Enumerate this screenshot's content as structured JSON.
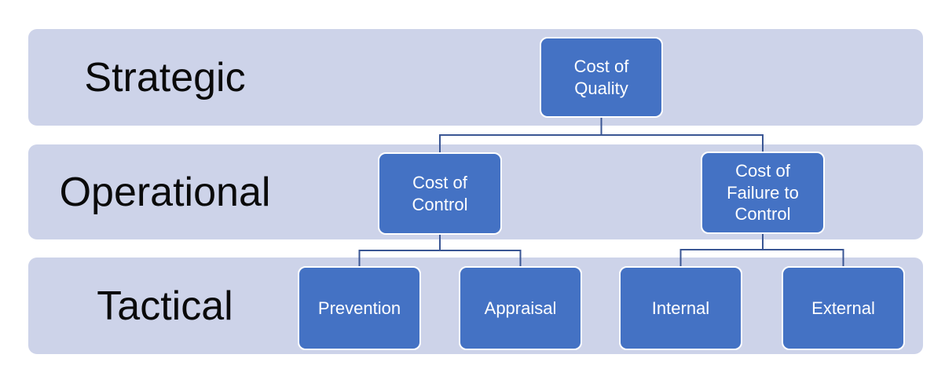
{
  "bands": [
    {
      "id": "strategic",
      "label": "Strategic"
    },
    {
      "id": "operational",
      "label": "Operational"
    },
    {
      "id": "tactical",
      "label": "Tactical"
    }
  ],
  "nodes": [
    {
      "id": "cost-of-quality",
      "label": "Cost of\nQuality",
      "level": "strategic"
    },
    {
      "id": "cost-of-control",
      "label": "Cost of\nControl",
      "level": "operational"
    },
    {
      "id": "cost-of-failure-to-control",
      "label": "Cost of\nFailure to\nControl",
      "level": "operational"
    },
    {
      "id": "prevention",
      "label": "Prevention",
      "level": "tactical"
    },
    {
      "id": "appraisal",
      "label": "Appraisal",
      "level": "tactical"
    },
    {
      "id": "internal",
      "label": "Internal",
      "level": "tactical"
    },
    {
      "id": "external",
      "label": "External",
      "level": "tactical"
    }
  ],
  "edges": [
    {
      "from": "cost-of-quality",
      "to": "cost-of-control"
    },
    {
      "from": "cost-of-quality",
      "to": "cost-of-failure-to-control"
    },
    {
      "from": "cost-of-control",
      "to": "prevention"
    },
    {
      "from": "cost-of-control",
      "to": "appraisal"
    },
    {
      "from": "cost-of-failure-to-control",
      "to": "internal"
    },
    {
      "from": "cost-of-failure-to-control",
      "to": "external"
    }
  ],
  "colors": {
    "background": "#ffffff",
    "band_fill": "#cdd3e9",
    "band_text": "#0a0a0a",
    "node_fill": "#4472c4",
    "node_border": "#ffffff",
    "node_text": "#ffffff",
    "connector": "#3a5694"
  }
}
